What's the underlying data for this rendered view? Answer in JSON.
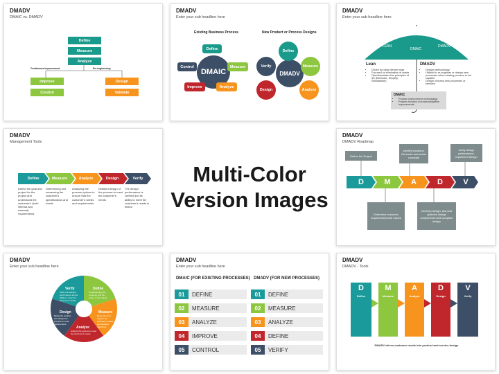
{
  "center": {
    "line1": "Multi-Color",
    "line2": "Version Images"
  },
  "t1": {
    "title": "DMADV",
    "subtitle": "DMAIC vs. DMADV",
    "nodes": [
      "Define",
      "Measure",
      "Analyze",
      "Improve",
      "Control",
      "Design",
      "Validate"
    ],
    "branch_left": "Continuous Improvement",
    "branch_right": "Re-engineering"
  },
  "t2": {
    "title": "DMADV",
    "subtitle": "Enter your sub headline here",
    "left_head": "Existing Business Process",
    "right_head": "New Product or Process Designs",
    "left_center": "DMAIC",
    "right_center": "DMADV",
    "left_nodes": [
      "Define",
      "Measure",
      "Analyze",
      "Improve",
      "Control"
    ],
    "right_nodes": [
      "Define",
      "Measure",
      "Analyze",
      "Design",
      "Verify"
    ]
  },
  "t3": {
    "title": "DMADV",
    "subtitle": "Enter your sub headline here",
    "umbrella": [
      "LEAN",
      "DMAIC",
      "DMADV"
    ],
    "lean_head": "Lean",
    "lean_items": [
      "Driven by value stream map",
      "Focused on elimination of waste",
      "Operationalizes the principles of 3S (Eliminate, Simplify, Standardize)"
    ],
    "dmadv_head": "DMADV",
    "dmadv_items": [
      "Design methodology",
      "Utilized to re-engineer or design new processes when existing process is not capable",
      "Design of brand new processes or services"
    ],
    "dmaic_head": "DMAIC",
    "dmaic_items": [
      "Process improvement methodology",
      "Projects focused on functionality/flow improvements"
    ]
  },
  "t4": {
    "title": "DMADV",
    "subtitle": "Management Tools",
    "steps": [
      "Define",
      "Measure",
      "Analyze",
      "Design",
      "Verify"
    ],
    "colors": [
      "#1a9a9a",
      "#8dc63f",
      "#f7941d",
      "#c0272d",
      "#3d4f66"
    ],
    "notes": [
      "Define the goal and project for the project and understand the customer's (both internal and external) requirements",
      "Determining and measuring the customer's specifications and needs",
      "Analyzing the process options to ensure that the customer's needs and requirements",
      "Detailed design of the process to meet the customer's needs",
      "The design performance is verified and its ability to meet the customer's needs is tested"
    ]
  },
  "t5": {
    "title": "DMADV",
    "subtitle": "DMADV Roadmap",
    "letters": [
      "D",
      "M",
      "A",
      "D",
      "V"
    ],
    "top_notes": [
      "Define the Project",
      "Identify functions, Generate and select concepts",
      "Verify design performance, implement design"
    ],
    "bottom_notes": [
      "Determine customer requirements and values",
      "Develop design, test and optimize design components and complete design"
    ]
  },
  "t6": {
    "title": "DMADV",
    "subtitle": "Enter your sub headline here",
    "segments": [
      "Define",
      "Measure",
      "Analyze",
      "Design",
      "Verify"
    ],
    "seg_notes": [
      "Understanding the customer and the scope of the project",
      "Determine and capture the customer's needs and strategic objectives",
      "Analyze the options to meet the customer's needs",
      "Model the solution and design the process to meet requirements",
      "Verify the design's performance and its ability to meet the customer's needs"
    ]
  },
  "t7": {
    "title": "DMADV",
    "subtitle": "Enter your sub headline here",
    "left_head": "DMAIC (FOR EXISTING PROCESSES)",
    "right_head": "DMADV (FOR NEW PROCESSES)",
    "left_rows": [
      {
        "n": "01",
        "label": "DEFINE"
      },
      {
        "n": "02",
        "label": "MEASURE"
      },
      {
        "n": "03",
        "label": "ANALYZE"
      },
      {
        "n": "04",
        "label": "IMPROVE"
      },
      {
        "n": "05",
        "label": "CONTROL"
      }
    ],
    "right_rows": [
      {
        "n": "01",
        "label": "DEFINE"
      },
      {
        "n": "02",
        "label": "MEASURE"
      },
      {
        "n": "03",
        "label": "ANALYZE"
      },
      {
        "n": "04",
        "label": "DEFINE"
      },
      {
        "n": "05",
        "label": "VERIFY"
      }
    ],
    "colors": [
      "#1a9a9a",
      "#8dc63f",
      "#f7941d",
      "#c0272d",
      "#3d4f66"
    ]
  },
  "t8": {
    "title": "DMADV",
    "subtitle": "DMADV - Tools",
    "letters": [
      "D",
      "M",
      "A",
      "D",
      "V"
    ],
    "names": [
      "Define",
      "Measure",
      "Analyze",
      "Design",
      "Verify"
    ],
    "footer": "DMADV drives customer needs into product and service design"
  }
}
